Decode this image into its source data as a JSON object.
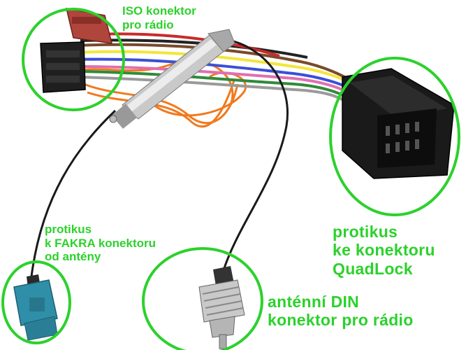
{
  "colors": {
    "annotation": "#2cd12c",
    "connector_body": "#1a1a1a",
    "iso_red": "#b0453c",
    "fakra_blue": "#2f8fa8",
    "antenna_silver": "#c9c9c9",
    "wire_orange": "#f07a1e"
  },
  "labels": {
    "iso": [
      "ISO konektor",
      "pro rádio"
    ],
    "fakra": [
      "protikus",
      "k FAKRA konektoru",
      "od antény"
    ],
    "quadlock": [
      "protikus",
      "ke konektoru",
      "QuadLock"
    ],
    "din": [
      "anténní DIN",
      "konektor pro rádio"
    ]
  }
}
